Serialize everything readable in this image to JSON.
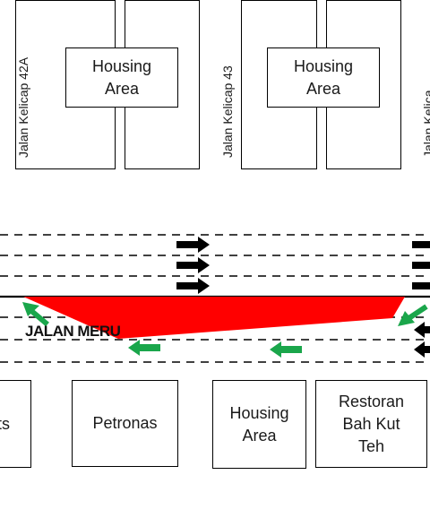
{
  "diagram": {
    "top_blocks": [
      {
        "label": "Housing\nArea"
      },
      {
        "label": "Housing\nArea"
      }
    ],
    "side_roads": [
      "Jalan Kelicap 42A",
      "Jalan Kelicap 43",
      "Jalan Kelica"
    ],
    "main_road": "JALAN MERU",
    "bottom_blocks": [
      {
        "label": "ts"
      },
      {
        "label": "Petronas"
      },
      {
        "label": "Housing\nArea"
      },
      {
        "label": "Restoran\nBah Kut\nTeh"
      }
    ],
    "colors": {
      "highlight": "#ff0000",
      "arrow_green": "#1aa64b",
      "arrow_black": "#000000",
      "line": "#000000"
    }
  }
}
